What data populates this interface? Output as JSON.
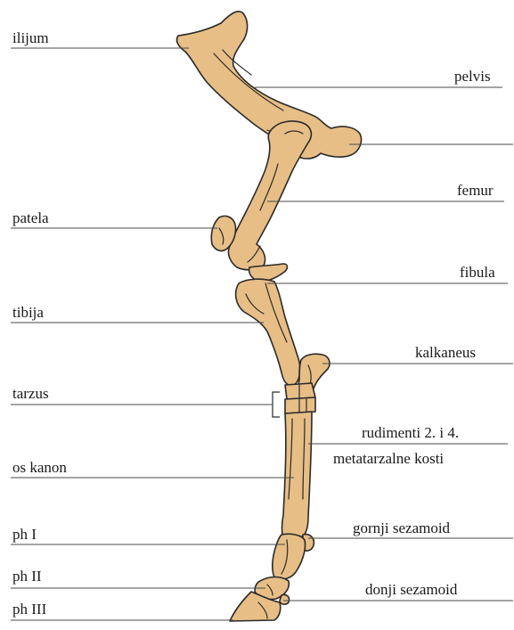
{
  "labels": {
    "ilijum": "ilijum",
    "pelvis": "pelvis",
    "patela": "patela",
    "femur": "femur",
    "fibula": "fibula",
    "tibija": "tibija",
    "kalkaneus": "kalkaneus",
    "tarzus": "tarzus",
    "rudimenti_line1": "rudimenti 2. i 4.",
    "rudimenti_line2": "metatarzalne kosti",
    "os_kanon": "os kanon",
    "ph1": "ph I",
    "gornji_sezamoid": "gornji sezamoid",
    "ph2": "ph II",
    "donji_sezamoid": "donji sezamoid",
    "ph3": "ph III"
  },
  "colors": {
    "bone": "#E7BE86",
    "outline": "#2a2a2a",
    "leader_line": "#4a4a4a"
  }
}
